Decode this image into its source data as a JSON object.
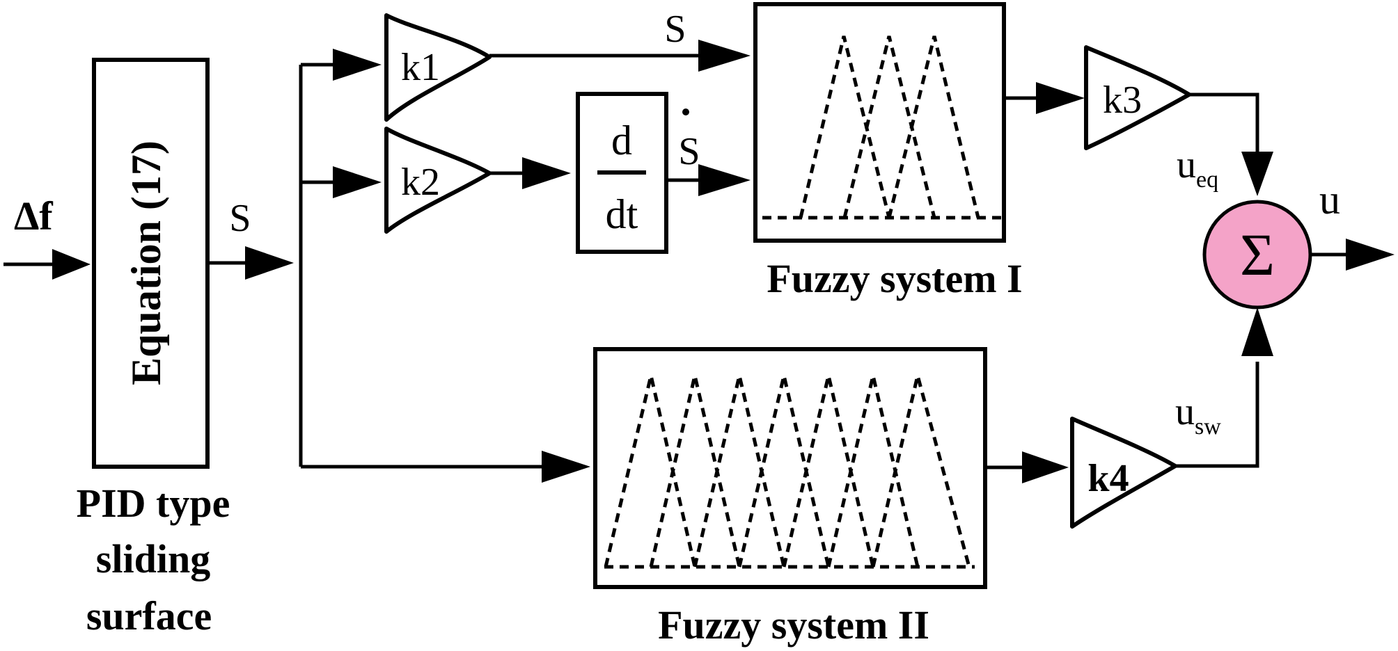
{
  "inputs": {
    "delta_f": "Δf"
  },
  "blocks": {
    "equation": "Equation (17)",
    "derivative_num": "d",
    "derivative_den": "dt",
    "sum_symbol": "Σ"
  },
  "gains": {
    "k1": "k1",
    "k2": "k2",
    "k3": "k3",
    "k4": "k4"
  },
  "signals": {
    "s_main": "S",
    "s_top": "S",
    "s_dot": "S",
    "u_eq_base": "u",
    "u_eq_sub": "eq",
    "u_sw_base": "u",
    "u_sw_sub": "sw",
    "u_out": "u"
  },
  "captions": {
    "pid_line1": "PID type",
    "pid_line2": "sliding",
    "pid_line3": "surface",
    "fuzzy_1": "Fuzzy system I",
    "fuzzy_2": "Fuzzy system II"
  },
  "colors": {
    "line": "#000000",
    "sum_fill": "#f4a3c8"
  }
}
